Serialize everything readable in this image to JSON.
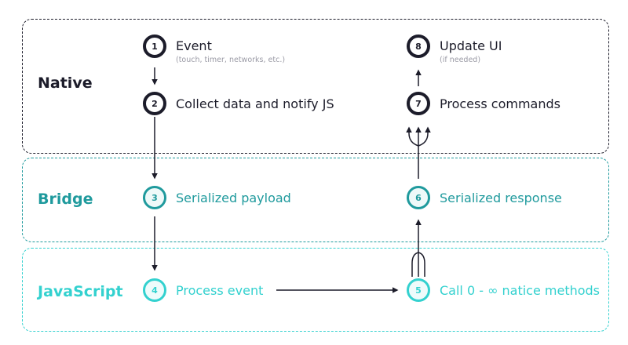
{
  "layers": {
    "native": "Native",
    "bridge": "Bridge",
    "javascript": "JavaScript"
  },
  "steps": [
    {
      "num": "1",
      "title": "Event",
      "note": "(touch, timer, networks, etc.)"
    },
    {
      "num": "2",
      "title": "Collect data and notify JS"
    },
    {
      "num": "3",
      "title": "Serialized payload"
    },
    {
      "num": "4",
      "title": "Process event"
    },
    {
      "num": "5",
      "title": "Call 0 - ∞ natice methods"
    },
    {
      "num": "6",
      "title": "Serialized response"
    },
    {
      "num": "7",
      "title": "Process commands"
    },
    {
      "num": "8",
      "title": "Update UI",
      "note": "(if needed)"
    }
  ],
  "colors": {
    "native": "#1c1c2a",
    "bridge": "#1f9a9d",
    "javascript": "#33d1cf"
  }
}
